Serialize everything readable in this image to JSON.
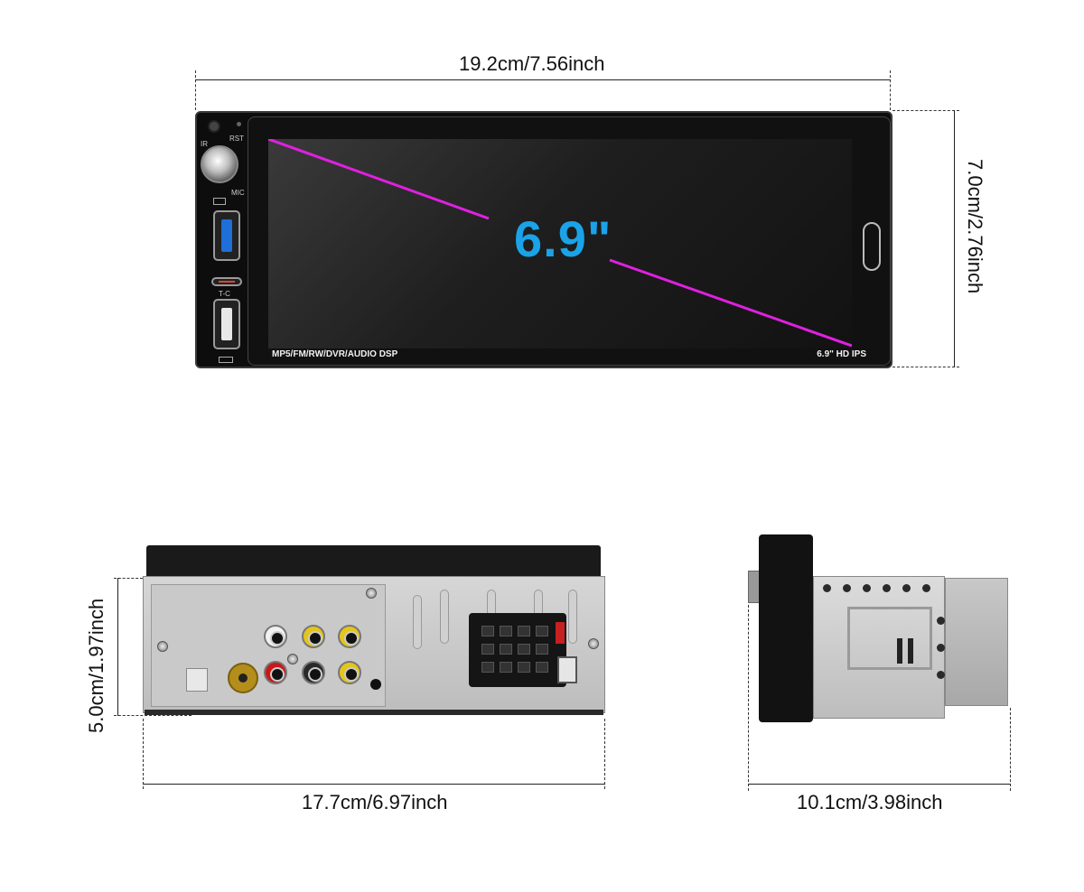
{
  "dimensions": {
    "front_width": "19.2cm/7.56inch",
    "front_height": "7.0cm/2.76inch",
    "back_height": "5.0cm/1.97inch",
    "back_width": "17.7cm/6.97inch",
    "side_depth": "10.1cm/3.98inch"
  },
  "front_panel": {
    "screen_size": "6.9\"",
    "features_label": "MP5/FM/RW/DVR/AUDIO DSP",
    "display_label": "6.9\" HD IPS",
    "ir_label": "IR",
    "rst_label": "RST",
    "mic_label": "MIC",
    "typec_label": "T-C",
    "diagonal_color": "#e020e0",
    "screen_size_color": "#1aa3e8"
  },
  "icons": {
    "knob": "volume-knob-icon",
    "usb_charge": "usb-charge-port-icon",
    "usb_data": "usb-data-port-icon",
    "typec": "typec-port-icon"
  }
}
